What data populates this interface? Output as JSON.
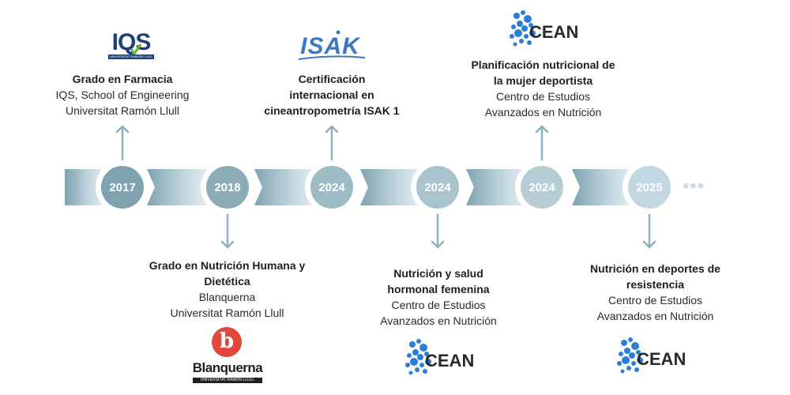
{
  "colors": {
    "band_start": "#7fa4b1",
    "band_end": "#e6f0f4",
    "arrow": "#8fb0bd",
    "iqs_blue": "#1e3f78",
    "iqs_green": "#67b23a",
    "isak_blue": "#3a78c4",
    "cean_blue": "#2b7ed8",
    "blanquerna_red": "#e0483c"
  },
  "timeline": {
    "years": [
      "2017",
      "2018",
      "2024",
      "2024",
      "2024",
      "2025"
    ],
    "more_indicator": "•••"
  },
  "events": [
    {
      "title": "Grado en Farmacia",
      "lines": [
        "IQS, School of Engineering",
        "Universitat Ramón Llull"
      ],
      "logo": {
        "name": "IQS",
        "sub": "UNIVERSITAT RAMON LLULL"
      }
    },
    {
      "title": "Grado en Nutrición Humana y Dietética",
      "title_lines": [
        "Grado en Nutrición Humana y",
        "Dietética"
      ],
      "lines": [
        "Blanquerna",
        "Universitat Ramón Llull"
      ],
      "logo": {
        "name": "Blanquerna",
        "sub": "UNIVERSITAT RAMON LLULL",
        "mark": "b"
      }
    },
    {
      "title": "Certificación internacional en cineantropometría ISAK 1",
      "title_lines": [
        "Certificación",
        "internacional en",
        "cineantropometría ISAK 1"
      ],
      "lines": [],
      "logo": {
        "name": "ISAK"
      }
    },
    {
      "title": "Nutrición y salud hormonal femenina",
      "title_lines": [
        "Nutrición y salud",
        "hormonal femenina"
      ],
      "lines": [
        "Centro de Estudios",
        "Avanzados en Nutrición"
      ],
      "logo": {
        "name": "CEAN"
      }
    },
    {
      "title": "Planificación nutricional de la mujer deportista",
      "title_lines": [
        "Planificación nutricional de",
        "la mujer deportista"
      ],
      "lines": [
        "Centro de Estudios",
        "Avanzados en Nutrición"
      ],
      "logo": {
        "name": "CEAN"
      }
    },
    {
      "title": "Nutrición en deportes de resistencia",
      "title_lines": [
        "Nutrición en deportes de",
        "resistencia"
      ],
      "lines": [
        "Centro de Estudios",
        "Avanzados en Nutrición"
      ],
      "logo": {
        "name": "CEAN"
      }
    }
  ]
}
